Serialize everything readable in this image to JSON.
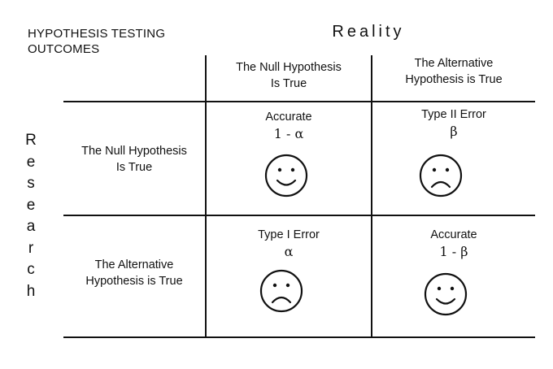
{
  "header": {
    "title": "HYPOTHESIS TESTING\nOUTCOMES",
    "reality_label": "Reality",
    "research_letters": [
      "R",
      "e",
      "s",
      "e",
      "a",
      "r",
      "c",
      "h"
    ]
  },
  "columns": [
    {
      "label": "The Null Hypothesis\nIs True"
    },
    {
      "label": "The Alternative\nHypothesis is True"
    }
  ],
  "rows": [
    {
      "label": "The Null Hypothesis\nIs True",
      "cells": [
        {
          "title": "Accurate",
          "symbol": "1 - α",
          "face": "happy"
        },
        {
          "title": "Type II Error",
          "symbol": "β",
          "face": "sad"
        }
      ]
    },
    {
      "label": "The Alternative\nHypothesis is True",
      "cells": [
        {
          "title": "Type I Error",
          "symbol": "α",
          "face": "sad"
        },
        {
          "title": "Accurate",
          "symbol": "1 - β",
          "face": "happy"
        }
      ]
    }
  ]
}
